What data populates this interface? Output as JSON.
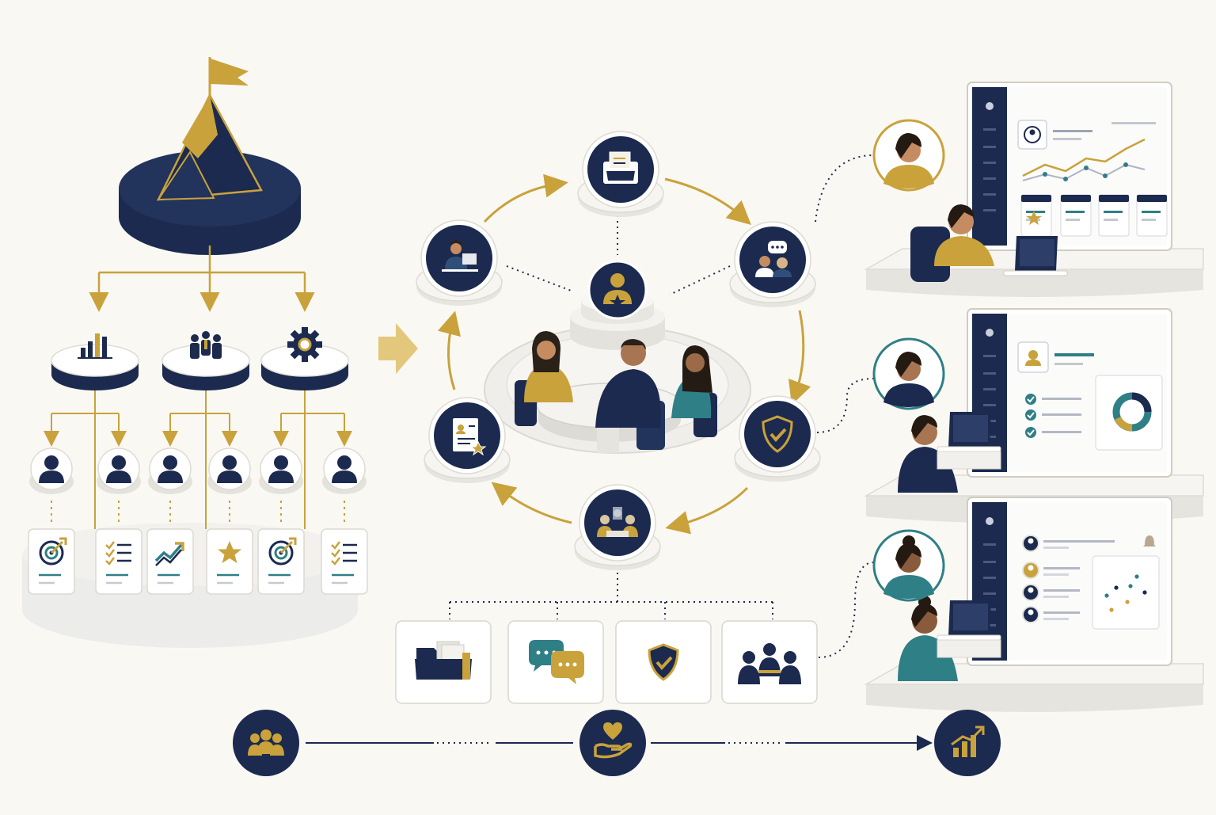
{
  "colors": {
    "navy": "#1b2a4e",
    "gold": "#c9a23c",
    "teal": "#2f7f86",
    "background": "#faf8f3",
    "platform": "#ececea",
    "card": "#ffffff"
  },
  "hierarchy": {
    "top": {
      "icon": "mountain-flag-icon"
    },
    "branches": [
      {
        "icon": "bar-chart-icon"
      },
      {
        "icon": "team-icon"
      },
      {
        "icon": "gear-icon"
      }
    ],
    "members_count_per_branch": 2,
    "goal_cards": [
      {
        "icon": "target-icon"
      },
      {
        "icon": "checklist-icon"
      },
      {
        "icon": "trend-up-icon"
      },
      {
        "icon": "star-icon"
      },
      {
        "icon": "target-icon"
      },
      {
        "icon": "checklist-icon"
      }
    ]
  },
  "cycle": {
    "center": {
      "icon": "person-star-icon",
      "scene": "meeting-table"
    },
    "nodes": [
      {
        "icon": "folder-document-icon"
      },
      {
        "icon": "conversation-icon"
      },
      {
        "icon": "shield-check-icon"
      },
      {
        "icon": "team-meeting-icon"
      },
      {
        "icon": "certificate-icon"
      },
      {
        "icon": "laptop-worker-icon"
      }
    ],
    "resource_cards": [
      {
        "icon": "folder-icon"
      },
      {
        "icon": "chat-bubbles-icon"
      },
      {
        "icon": "shield-check-icon"
      },
      {
        "icon": "group-icon"
      }
    ]
  },
  "workstations": [
    {
      "avatar": "woman-avatar-icon",
      "screen": "line-chart-dashboard"
    },
    {
      "avatar": "man-avatar-icon",
      "screen": "checklist-donut-dashboard"
    },
    {
      "avatar": "woman-bun-avatar-icon",
      "screen": "people-list-dashboard"
    }
  ],
  "timeline": [
    {
      "icon": "people-icon"
    },
    {
      "icon": "heart-hand-icon"
    },
    {
      "icon": "growth-chart-icon"
    }
  ]
}
